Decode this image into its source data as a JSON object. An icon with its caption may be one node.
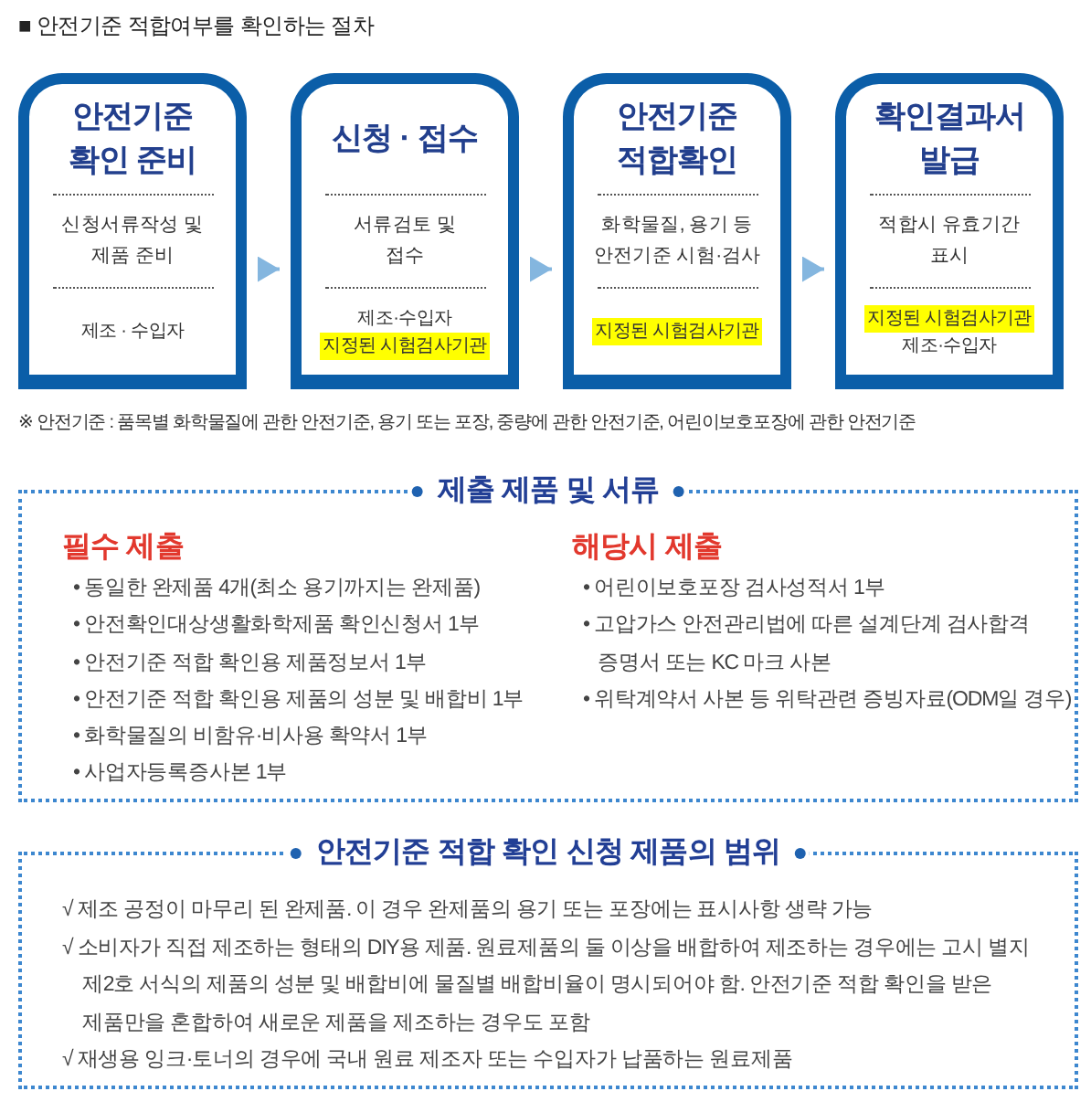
{
  "diagram": {
    "title": "■ 안전기준 적합여부를 확인하는 절차",
    "nodes": [
      {
        "text": [
          "안전기준 확인 준비",
          "신청서류작성 및 제품 준비",
          "제조 · 수입자"
        ]
      },
      {
        "text": [
          "신청 · 접수",
          "서류검토 및 접수",
          "제조·수입자",
          "지정된 시험검사기관"
        ]
      },
      {
        "text": [
          "안전기준 적합확인",
          "화학물질, 용기 등 안전기준 시험·검사",
          "지정된 시험검사기관"
        ]
      },
      {
        "text": [
          "확인결과서 발급",
          "적합시 유효기간 표시",
          "지정된 시험검사기관",
          "제조·수입자"
        ]
      },
      {
        "text": [
          "제출 제품 및 서류",
          "필수 제출",
          "• 동일한 완제품 4개(최소 용기까지는 완제품)",
          "• 안전확인대상생활화학제품 확인신청서 1부",
          "• 안전기준 적합 확인용 제품정보서 1부",
          "• 안전기준 적합 확인용 제품의 성분 및 배합비 1부",
          "• 화학물질의 비함유·비사용 확약서 1부",
          "• 사업자등록증사본 1부",
          "해당시 제출",
          "• 어린이보호포장 검사성적서 1부",
          "• 고압가스 안전관리법에 따른 설계단계 검사합격 증명서 또는 KC 마크 사본",
          "• 위탁계약서 사본 등 위탁관련 증빙자료(ODM일 경우)"
        ]
      },
      {
        "text": [
          "안전기준 적합 확인 신청 제품의 범위",
          "√ 제조 공정이 마무리 된 완제품. 이 경우 완제품의 용기 또는 포장에는 표시사항 생략 가능",
          "√ 소비자가 직접 제조하는 형태의 DIY용 제품. 원료제품의 둘 이상을 배합하여 제조하는 경우에는 고시 별지 제2호 서식의 제품의 성분 및 배합비에 물질별 배합비율이 명시되어야 함. 안전기준 적합 확인을 받은 제품만을 혼합하여 새로운 제품을 제조하는 경우도 포함",
          "√ 재생용 잉크·토너의 경우에 국내 원료 제조자 또는 수입자가 납품하는 원료제품"
        ]
      }
    ],
    "edges": [
      {
        "from": 0,
        "to": 1,
        "arrow": "to"
      },
      {
        "from": 1,
        "to": 2,
        "arrow": "to"
      },
      {
        "from": 2,
        "to": 3,
        "arrow": "to"
      }
    ],
    "labels": [
      "※ 안전기준 : 품목별 화학물질에 관한 안전기준, 용기 또는 포장, 중량에 관한 안전기준, 어린이보호포장에 관한 안전기준"
    ]
  }
}
